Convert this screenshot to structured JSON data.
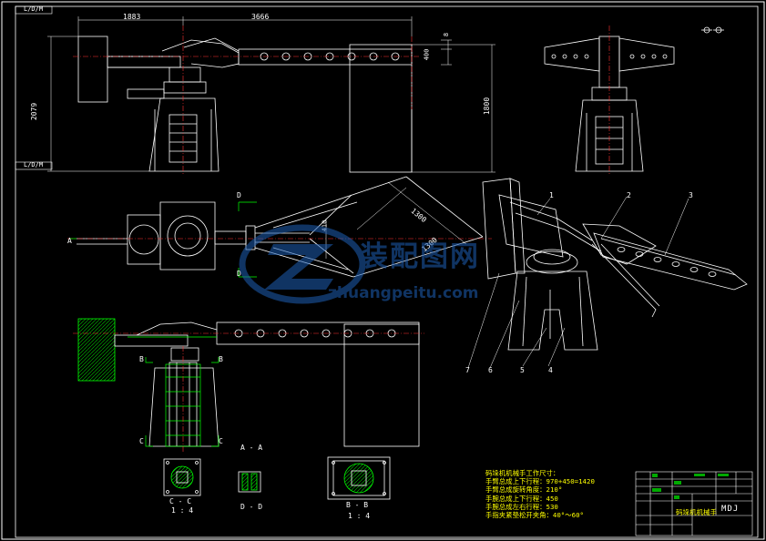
{
  "drawing": {
    "corner_code": "L/D/M",
    "dimensions": {
      "top_left_width": "1883",
      "top_reach": "3666",
      "top_height": "2079",
      "side_height": "1800",
      "small_gap": "8",
      "small_height": "400",
      "plan_long": "1300",
      "plan_short": "1300",
      "plan_width": "410"
    },
    "section_marks": {
      "D": "D",
      "A": "A",
      "B": "B",
      "C": "C"
    },
    "section_views": {
      "aa": "A - A",
      "cc_name": "C - C",
      "cc_scale": "1 : 4",
      "dd_name": "D - D",
      "bb_name": "B - B",
      "bb_scale": "1 : 4"
    },
    "part_numbers": [
      "1",
      "2",
      "3",
      "4",
      "5",
      "6",
      "7"
    ]
  },
  "notes": {
    "title": "码垛机机械手工作尺寸：",
    "lines": [
      "手臂总成上下行程：970+450=1420",
      "手臂总成旋转角度：210°",
      "手腕总成上下行程：450",
      "手腕总成左右行程：530",
      "手指夹紧垫松开夹角：40°～60°"
    ]
  },
  "title_block": {
    "title": "码垛机机械手",
    "code": "MDJ"
  },
  "watermark": {
    "cn": "装配图网",
    "url": "zhuangpeitu.com"
  },
  "colors": {
    "background": "#000000",
    "outline": "#ffffff",
    "centerline": "#ff3333",
    "section_line": "#00ff00",
    "hatch": "#00cc00",
    "dimension": "#ffffff",
    "note": "#ffff00",
    "watermark": "#1e5fb4"
  }
}
